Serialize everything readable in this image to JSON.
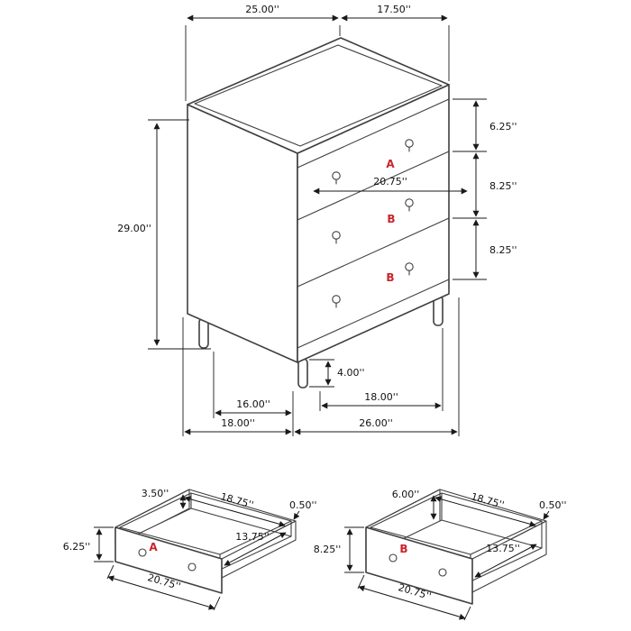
{
  "colors": {
    "line": "#3f3f3f",
    "dim": "#1a1a1a",
    "text": "#111111",
    "accent": "#c9252b"
  },
  "main_view": {
    "dim_top_width": "25.00''",
    "dim_top_depth": "17.50''",
    "dim_height": "29.00''",
    "dim_drawer_a_height": "6.25''",
    "dim_drawer_b1_height": "8.25''",
    "dim_drawer_b2_height": "8.25''",
    "dim_drawer_width": "20.75''",
    "dim_leg_height": "4.00''",
    "dim_floor_front_left": "16.00''",
    "dim_floor_front_right": "18.00''",
    "dim_floor_overall_depth": "18.00''",
    "dim_floor_overall_width": "26.00''",
    "label_drawer_a": "A",
    "label_drawer_b1": "B",
    "label_drawer_b2": "B"
  },
  "drawer_a_view": {
    "label": "A",
    "dim_back_height": "3.50''",
    "dim_inner_width": "18.75''",
    "dim_wall_thickness": "0.50''",
    "dim_front_height": "6.25''",
    "dim_inner_depth": "13.75''",
    "dim_front_width": "20.75''"
  },
  "drawer_b_view": {
    "label": "B",
    "dim_back_height": "6.00''",
    "dim_inner_width": "18.75''",
    "dim_wall_thickness": "0.50''",
    "dim_front_height": "8.25''",
    "dim_inner_depth": "13.75''",
    "dim_front_width": "20.75''"
  }
}
